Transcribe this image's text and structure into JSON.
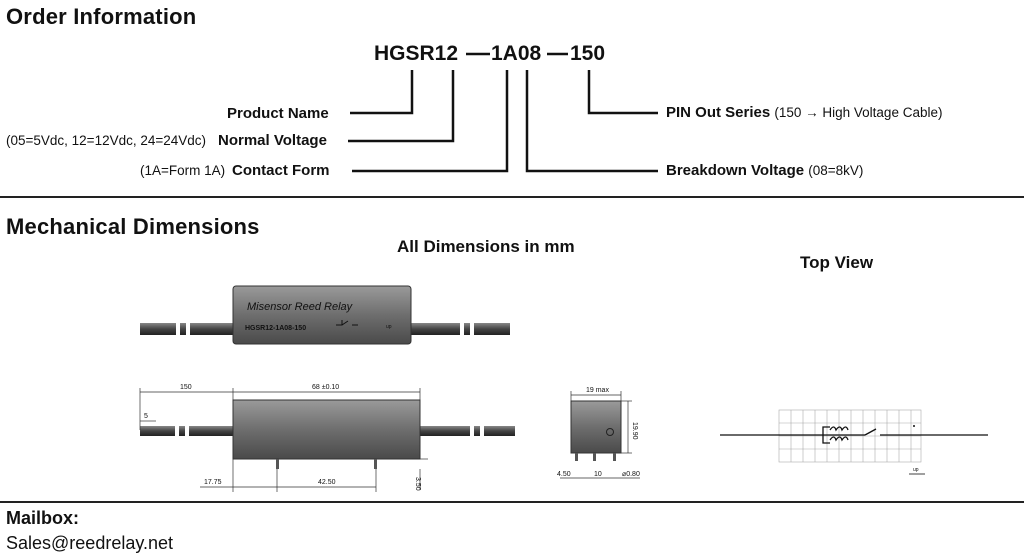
{
  "order": {
    "title": "Order Information",
    "code_parts": [
      "HGSR12",
      "1A08",
      "150"
    ],
    "product_name": "Product Name",
    "voltage_note": "(05=5Vdc, 12=12Vdc, 24=24Vdc)",
    "normal_voltage": "Normal Voltage",
    "contact_note": "(1A=Form 1A)",
    "contact_form": "Contact Form",
    "pin_out": "PIN Out Series",
    "pin_note": "(150 → High Voltage Cable)",
    "breakdown": "Breakdown Voltage",
    "breakdown_note": "(08=8kV)"
  },
  "mech": {
    "title": "Mechanical Dimensions",
    "units": "All Dimensions in mm",
    "top_view": "Top View",
    "relay_brand": "Misensor Reed Relay",
    "relay_model": "HGSR12-1A08-150",
    "relay_mark": "up",
    "dims": {
      "lead_len": "150",
      "body_len": "68 ±0.10",
      "strip": "5",
      "pin_off": "17.75",
      "pin_span": "42.50",
      "pin_h": "3.50",
      "width": "19 max",
      "height": "19.90",
      "side_a": "4.50",
      "side_b": "10",
      "pin_d": "⌀0.80",
      "top_mark": "up"
    }
  },
  "contact": {
    "label": "Mailbox:",
    "email": "Sales@reedrelay.net"
  }
}
